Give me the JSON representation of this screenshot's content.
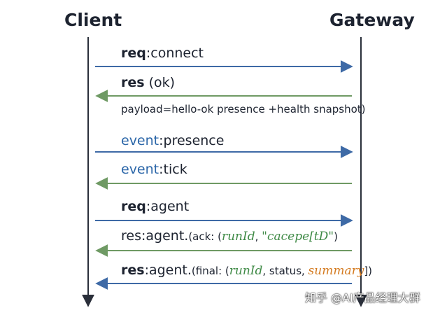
{
  "participants": {
    "left": "Client",
    "right": "Gateway"
  },
  "colors": {
    "request_arrow": "#3e6aa6",
    "response_arrow": "#6f9a64",
    "lifeline": "#2a2f3a"
  },
  "messages": [
    {
      "direction": "right",
      "bold": "req",
      "rest": ":connect"
    },
    {
      "direction": "left",
      "bold": "res",
      "rest": " (ok)"
    },
    {
      "direction": "none",
      "text": "payload=hello-ok presence +health snapshot)"
    },
    {
      "direction": "right",
      "prefix": "event",
      "rest": ":presence"
    },
    {
      "direction": "left",
      "prefix": "event",
      "rest": ":tick"
    },
    {
      "direction": "right",
      "bold": "req",
      "rest": ":agent"
    },
    {
      "direction": "left",
      "label": "res:agent.",
      "open": "(ack: (",
      "arg1": "runId",
      "sep": ", ",
      "arg2": "\"cacepe[tD\"",
      "close": ")"
    },
    {
      "direction": "left",
      "bold": "res",
      "rest": ":agent.",
      "open": "(final: (",
      "arg1": "runId",
      "sep1": ", status, ",
      "arg2": "summary",
      "close": "])"
    }
  ],
  "watermark": "知乎 @AI产品经理大群"
}
